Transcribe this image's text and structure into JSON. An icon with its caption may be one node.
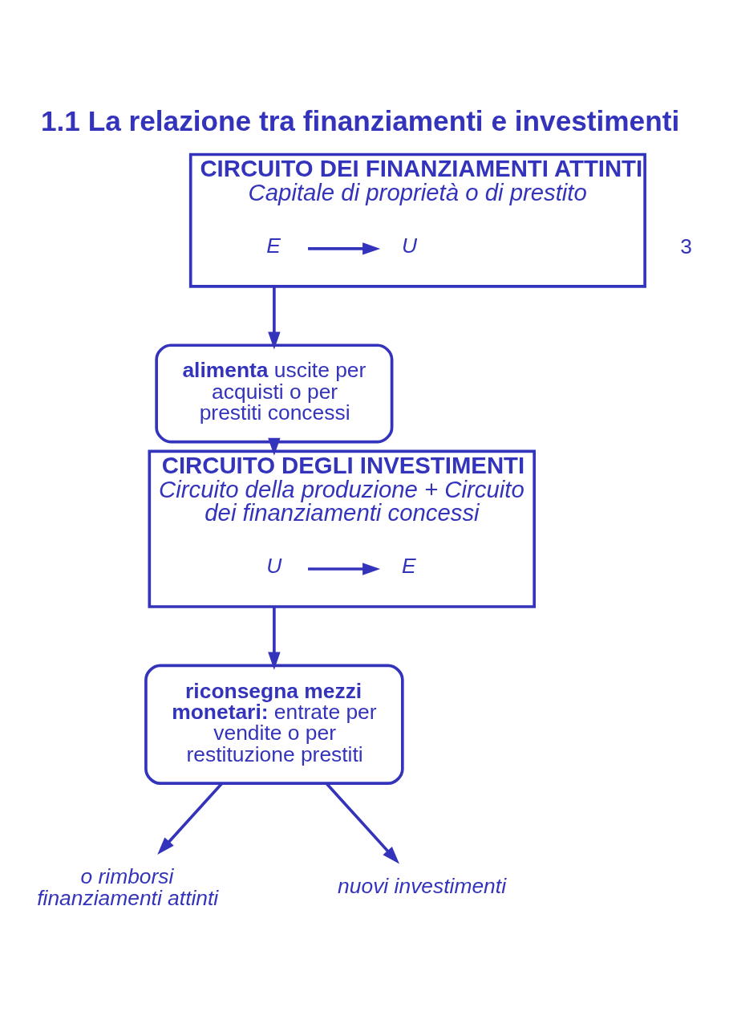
{
  "diagram": {
    "title": "1.1 La relazione tra finanziamenti e investimenti",
    "nodes": [
      {
        "text": [
          "CIRCUITO DEI FINANZIAMENTI ATTINTI",
          "Capitale di proprietà o di prestito"
        ]
      },
      {
        "text": [
          "E"
        ],
        "in": 0
      },
      {
        "text": [
          "U"
        ],
        "in": 0
      },
      {
        "text": [
          "**alimenta** uscite per acquisti o per prestiti concessi"
        ]
      },
      {
        "text": [
          "**riconsegna mezzi monetari:** entrate per vendite o per restituzione prestiti"
        ]
      },
      {
        "text": [
          "CIRCUITO DEGLI INVESTIMENTI",
          "Circuito della produzione + Circuito dei finanziamenti concessi"
        ]
      },
      {
        "text": [
          "U"
        ],
        "in": 5
      },
      {
        "text": [
          "E"
        ],
        "in": 5
      },
      {
        "text": [
          "o rimborsi finanziamenti attinti"
        ]
      },
      {
        "text": [
          "nuovi investimenti"
        ]
      }
    ],
    "edges": [
      {
        "from": 1,
        "to": 2,
        "arrow": "to"
      },
      {
        "from": 0,
        "to": 3,
        "arrow": "to"
      },
      {
        "from": 3,
        "to": 5,
        "arrow": "to"
      },
      {
        "from": 5,
        "to": 4,
        "arrow": "to"
      },
      {
        "from": 4,
        "to": 8,
        "arrow": "to"
      },
      {
        "from": 4,
        "to": 9,
        "arrow": "to"
      },
      {
        "from": 6,
        "to": 7,
        "arrow": "to"
      }
    ],
    "labels": [
      "3"
    ]
  }
}
